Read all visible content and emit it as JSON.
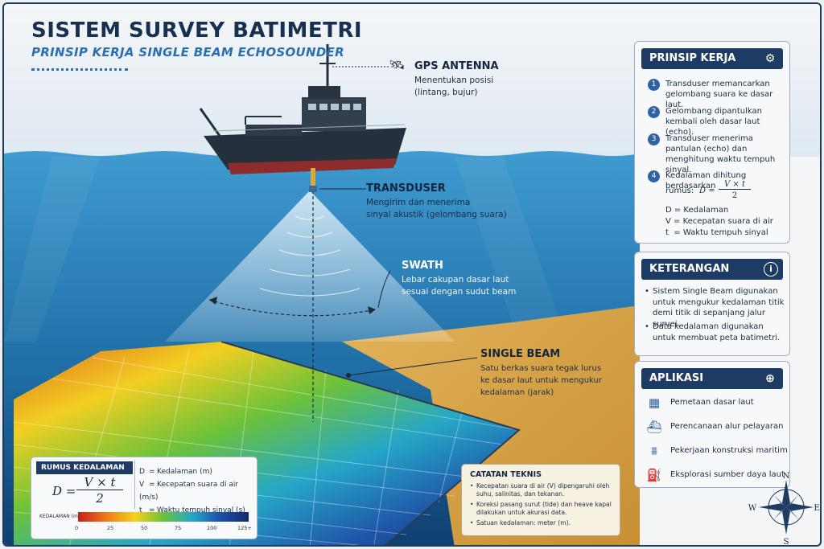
{
  "header": {
    "title": "SISTEM SURVEY BATIMETRI",
    "subtitle": "PRINSIP KERJA SINGLE BEAM ECHOSOUNDER"
  },
  "labels": {
    "gps": {
      "title": "GPS ANTENNA",
      "text_1": "Menentukan posisi",
      "text_2": "(lintang, bujur)",
      "icon": "satellite-icon"
    },
    "transducer": {
      "title": "TRANSDUSER",
      "text_1": "Mengirim dan menerima",
      "text_2": "sinyal akustik (gelombang suara)"
    },
    "swath": {
      "title": "SWATH",
      "text_1": "Lebar cakupan dasar laut",
      "text_2": "sesuai dengan sudut beam"
    },
    "single_beam": {
      "title": "SINGLE BEAM",
      "text_1": "Satu berkas suara tegak lurus",
      "text_2": "ke dasar laut untuk mengukur",
      "text_3": "kedalaman (jarak)"
    }
  },
  "prinsip": {
    "title": "PRINSIP KERJA",
    "icon": "gear-icon",
    "steps": [
      {
        "num": "1",
        "text": "Transduser memancarkan gelombang suara ke dasar laut."
      },
      {
        "num": "2",
        "text": "Gelombang dipantulkan kembali oleh dasar laut (echo)."
      },
      {
        "num": "3",
        "text": "Transduser menerima pantulan (echo) dan menghitung waktu tempuh sinyal."
      },
      {
        "num": "4",
        "text": "Kedalaman dihitung berdasarkan"
      }
    ],
    "rumus_label": "rumus:",
    "formula_lhs": "D =",
    "formula_num": "V × t",
    "formula_den": "2",
    "legend": [
      "D = Kedalaman",
      "V = Kecepatan suara di air",
      "t  = Waktu tempuh sinyal"
    ]
  },
  "keterangan": {
    "title": "KETERANGAN",
    "icon": "info-icon",
    "items": [
      "Sistem Single Beam digunakan untuk mengukur kedalaman titik demi titik di sepanjang jalur survei.",
      "Data kedalaman digunakan untuk membuat peta batimetri."
    ]
  },
  "aplikasi": {
    "title": "APLIKASI",
    "icon": "target-icon",
    "items": [
      {
        "label": "Pemetaan dasar laut",
        "icon": "map-icon"
      },
      {
        "label": "Perencanaan alur pelayaran",
        "icon": "ship-icon"
      },
      {
        "label": "Pekerjaan konstruksi maritim",
        "icon": "bridge-icon"
      },
      {
        "label": "Eksplorasi sumber daya laut",
        "icon": "oil-rig-icon"
      }
    ]
  },
  "rumus_box": {
    "title": "RUMUS KEDALAMAN",
    "formula_lhs": "D =",
    "formula_num": "V × t",
    "formula_den": "2",
    "defs": [
      {
        "sym": "D",
        "eq": "=",
        "text": "Kedalaman (m)"
      },
      {
        "sym": "V",
        "eq": "=",
        "text": "Kecepatan suara di air (m/s)"
      },
      {
        "sym": "t",
        "eq": "=",
        "text": "Waktu tempuh sinyal (s)"
      }
    ],
    "scale_label": "KEDALAMAN (m)",
    "scale_ticks": [
      "0",
      "25",
      "50",
      "75",
      "100",
      "125+"
    ],
    "scale_colors": [
      "#c81e1e",
      "#ee7a1c",
      "#f3d21b",
      "#6cc23a",
      "#23a8c9",
      "#1f4fa8",
      "#122a6e"
    ]
  },
  "catatan": {
    "title": "CATATAN TEKNIS",
    "items": [
      "Kecepatan suara di air (V) dipengaruhi oleh suhu, salinitas, dan tekanan.",
      "Koreksi pasang surut (tide) dan heave kapal dilakukan untuk akurasi data.",
      "Satuan kedalaman: meter (m)."
    ]
  },
  "compass": {
    "n": "N",
    "s": "S",
    "e": "E",
    "w": "W"
  },
  "colors": {
    "navy": "#1d3b63",
    "accent": "#2b6fb2",
    "sea": "#3b8fc4",
    "sand": "#d9a94a"
  }
}
